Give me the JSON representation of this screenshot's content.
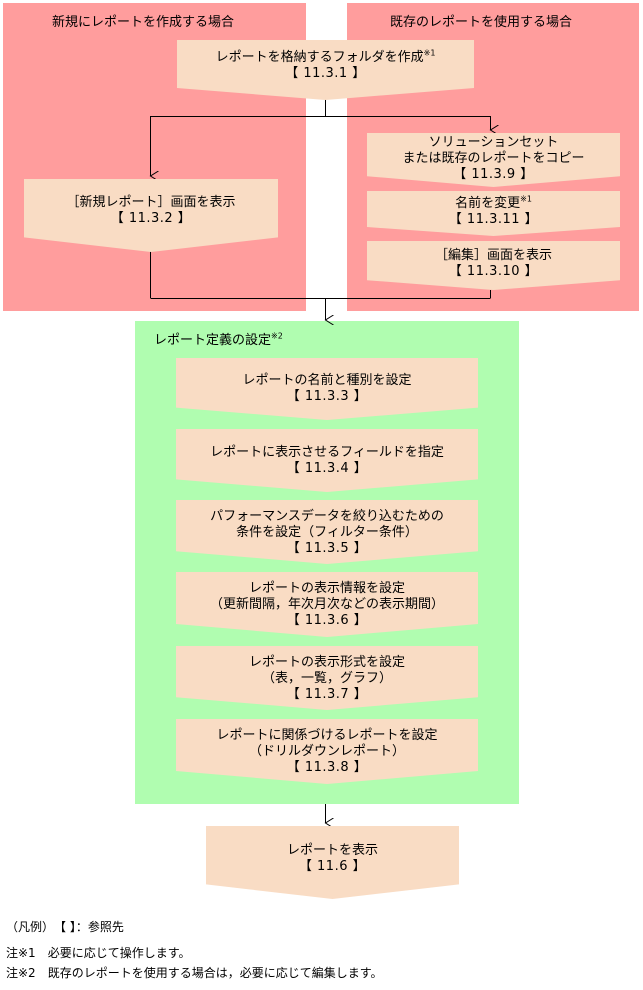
{
  "regions": {
    "new_report": {
      "title": "新規にレポートを作成する場合"
    },
    "existing_report": {
      "title": "既存のレポートを使用する場合"
    },
    "definition": {
      "title": "レポート定義の設定",
      "note_mark": "※2"
    }
  },
  "steps": {
    "create_folder": {
      "line1": "レポートを格納するフォルダを作成",
      "note_mark": "※1",
      "ref": "【 11.3.1 】"
    },
    "show_new_report": {
      "line1": "［新規レポート］画面を表示",
      "ref": "【 11.3.2 】"
    },
    "copy_solution_set": {
      "line1": "ソリューションセット",
      "line2": "または既存のレポートをコピー",
      "ref": "【 11.3.9 】"
    },
    "rename": {
      "line1": "名前を変更",
      "note_mark": "※1",
      "ref": "【 11.3.11 】"
    },
    "show_edit": {
      "line1": "［編集］画面を表示",
      "ref": "【 11.3.10 】"
    },
    "set_name_type": {
      "line1": "レポートの名前と種別を設定",
      "ref": "【 11.3.3 】"
    },
    "specify_fields": {
      "line1": "レポートに表示させるフィールドを指定",
      "ref": "【 11.3.4 】"
    },
    "set_filter": {
      "line1": "パフォーマンスデータを絞り込むための",
      "line2": "条件を設定（フィルター条件）",
      "ref": "【 11.3.5 】"
    },
    "set_display_info": {
      "line1": "レポートの表示情報を設定",
      "line2": "（更新間隔，年次月次などの表示期間）",
      "ref": "【 11.3.6 】"
    },
    "set_display_format": {
      "line1": "レポートの表示形式を設定",
      "line2": "（表，一覧，グラフ）",
      "ref": "【 11.3.7 】"
    },
    "set_related": {
      "line1": "レポートに関係づけるレポートを設定",
      "line2": "（ドリルダウンレポート）",
      "ref": "【 11.3.8 】"
    },
    "show_report": {
      "line1": "レポートを表示",
      "ref": "【 11.6 】"
    }
  },
  "legend": {
    "title": "（凡例）　【 】：参照先",
    "note1": "注※1　必要に応じて操作します。",
    "note2": "注※2　既存のレポートを使用する場合は，必要に応じて編集します。"
  },
  "colors": {
    "region_pink": "#ff9d9d",
    "region_green": "#b0fdb0",
    "step_fill": "#f9dcc4",
    "line": "#000000"
  }
}
